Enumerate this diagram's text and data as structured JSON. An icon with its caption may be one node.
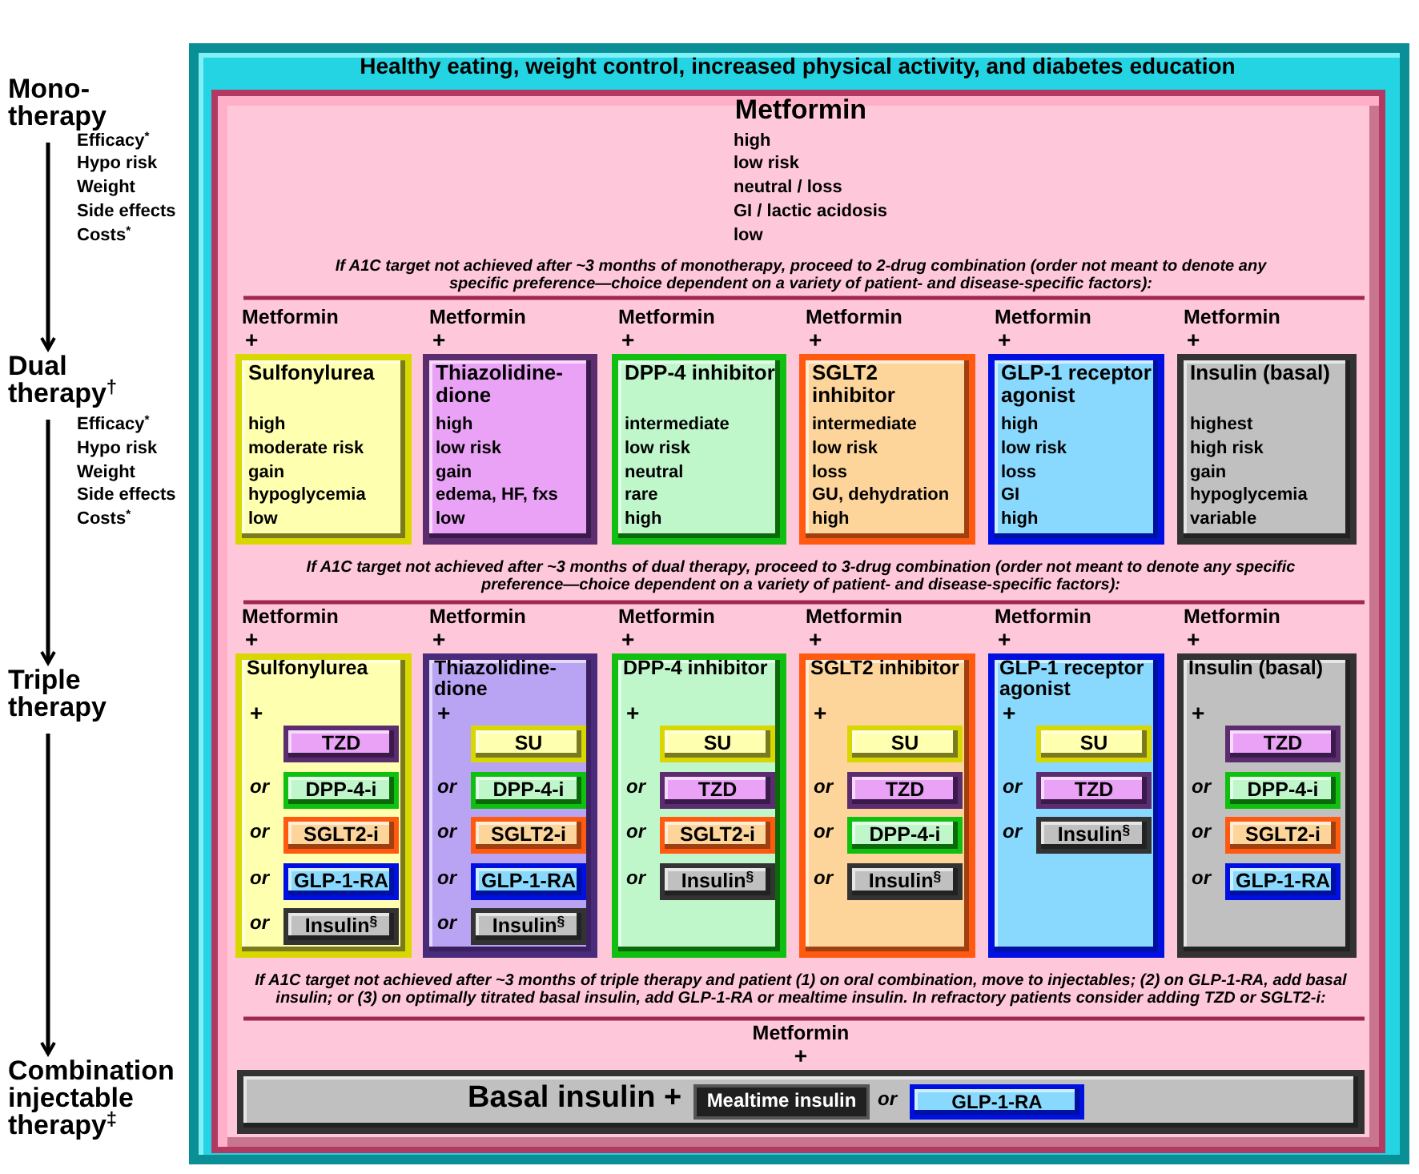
{
  "diagram": {
    "nodes": [
      {
        "text": [
          "Mono-therapy"
        ]
      },
      {
        "text": [
          "Dual therapy$^{†}$"
        ]
      },
      {
        "text": [
          "Triple therapy"
        ]
      },
      {
        "text": [
          "Combination injectable therapy$^{‡}$"
        ]
      },
      {
        "text": [
          "Healthy eating, weight control, increased physical activity, and diabetes education"
        ]
      },
      {
        "text": [
          "Metformin",
          "high",
          "low risk",
          "neutral / loss",
          "GI / lactic acidosis",
          "low"
        ],
        "in": 4
      },
      {
        "text": [
          "Sulfonylurea",
          "high",
          "moderate risk",
          "gain",
          "hypoglycemia",
          "low"
        ],
        "beside": [
          "Metformin",
          "+"
        ],
        "in": 5
      },
      {
        "text": [
          "Thiazolidine-dione",
          "high",
          "low risk",
          "gain",
          "edema, HF, fxs",
          "low"
        ],
        "beside": [
          "Metformin",
          "+"
        ],
        "in": 5
      },
      {
        "text": [
          "DPP-4 inhibitor",
          "intermediate",
          "low risk",
          "neutral",
          "rare",
          "high"
        ],
        "beside": [
          "Metformin",
          "+"
        ],
        "in": 5
      },
      {
        "text": [
          "SGLT2 inhibitor",
          "intermediate",
          "low risk",
          "loss",
          "GU, dehydration",
          "high"
        ],
        "beside": [
          "Metformin",
          "+"
        ],
        "in": 5
      },
      {
        "text": [
          "GLP-1 receptor agonist",
          "high",
          "low risk",
          "loss",
          "GI",
          "high"
        ],
        "beside": [
          "Metformin",
          "+"
        ],
        "in": 5
      },
      {
        "text": [
          "Insulin (basal)",
          "highest",
          "high risk",
          "gain",
          "hypoglycemia",
          "variable"
        ],
        "beside": [
          "Metformin",
          "+"
        ],
        "in": 5
      },
      {
        "text": [
          "Sulfonylurea",
          "+",
          "or",
          "or",
          "or",
          "or"
        ],
        "beside": [
          "Metformin",
          "+"
        ],
        "in": 5
      },
      {
        "text": [
          "Thiazolidine-dione",
          "+",
          "or",
          "or",
          "or",
          "or"
        ],
        "beside": [
          "Metformin",
          "+"
        ],
        "in": 5
      },
      {
        "text": [
          "DPP-4 inhibitor",
          "+",
          "or",
          "or",
          "or"
        ],
        "beside": [
          "Metformin",
          "+"
        ],
        "in": 5
      },
      {
        "text": [
          "SGLT2 inhibitor",
          "+",
          "or",
          "or",
          "or"
        ],
        "beside": [
          "Metformin",
          "+"
        ],
        "in": 5
      },
      {
        "text": [
          "GLP-1 receptor agonist",
          "+",
          "or",
          "or"
        ],
        "beside": [
          "Metformin",
          "+"
        ],
        "in": 5
      },
      {
        "text": [
          "Insulin (basal)",
          "+",
          "or",
          "or",
          "or"
        ],
        "beside": [
          "Metformin",
          "+"
        ],
        "in": 5
      },
      {
        "text": [
          "TZD"
        ],
        "in": 12
      },
      {
        "text": [
          "DPP-4-i"
        ],
        "in": 12
      },
      {
        "text": [
          "SGLT2-i"
        ],
        "in": 12
      },
      {
        "text": [
          "GLP-1-RA"
        ],
        "in": 12
      },
      {
        "text": [
          "Insulin$^{§}$"
        ],
        "in": 12
      },
      {
        "text": [
          "SU"
        ],
        "in": 13
      },
      {
        "text": [
          "DPP-4-i"
        ],
        "in": 13
      },
      {
        "text": [
          "SGLT2-i"
        ],
        "in": 13
      },
      {
        "text": [
          "GLP-1-RA"
        ],
        "in": 13
      },
      {
        "text": [
          "Insulin$^{§}$"
        ],
        "in": 13
      },
      {
        "text": [
          "SU"
        ],
        "in": 14
      },
      {
        "text": [
          "TZD"
        ],
        "in": 14
      },
      {
        "text": [
          "SGLT2-i"
        ],
        "in": 14
      },
      {
        "text": [
          "Insulin$^{§}$"
        ],
        "in": 14
      },
      {
        "text": [
          "SU"
        ],
        "in": 15
      },
      {
        "text": [
          "TZD"
        ],
        "in": 15
      },
      {
        "text": [
          "DPP-4-i"
        ],
        "in": 15
      },
      {
        "text": [
          "Insulin$^{§}$"
        ],
        "in": 15
      },
      {
        "text": [
          "SU"
        ],
        "in": 16
      },
      {
        "text": [
          "TZD"
        ],
        "in": 16
      },
      {
        "text": [
          "Insulin$^{§}$"
        ],
        "in": 16
      },
      {
        "text": [
          "TZD"
        ],
        "in": 17
      },
      {
        "text": [
          "DPP-4-i"
        ],
        "in": 17
      },
      {
        "text": [
          "SGLT2-i"
        ],
        "in": 17
      },
      {
        "text": [
          "GLP-1-RA"
        ],
        "in": 17
      },
      {
        "text": [
          "Basal insulin +",
          "or"
        ],
        "beside": [
          "Metformin",
          "+"
        ],
        "in": 5
      },
      {
        "text": [
          "Mealtime insulin"
        ],
        "in": 43
      },
      {
        "text": [
          "GLP-1-RA"
        ],
        "in": 43
      }
    ],
    "edges": [
      {
        "from": 0,
        "to": 1,
        "arrow": "to"
      },
      {
        "from": 1,
        "to": 2,
        "arrow": "to"
      },
      {
        "from": 2,
        "to": 3,
        "arrow": "to"
      }
    ],
    "labels": [
      "Efficacy$^{*}$",
      "Hypo risk",
      "Weight",
      "Side effects",
      "Costs$^{*}$",
      "If A1C target not achieved after ~3 months of monotherapy, proceed to 2-drug combination (order not meant to denote any specific preference—choice dependent on a variety of patient- and disease-specific factors):",
      "Efficacy$^{*}$",
      "Hypo risk",
      "Weight",
      "Side effects",
      "Costs$^{*}$",
      "If A1C target not achieved after ~3 months of dual therapy, proceed to 3-drug combination (order not meant to denote any specific preference—choice dependent on a variety of patient- and disease-specific factors):",
      "If A1C target not achieved after ~3 months of triple therapy and patient (1) on oral combination, move to injectables; (2) on GLP-1-RA, add basal insulin; or (3) on optimally titrated basal insulin, add GLP-1-RA or mealtime insulin. In refractory patients consider adding TZD or SGLT2-i:"
    ]
  }
}
